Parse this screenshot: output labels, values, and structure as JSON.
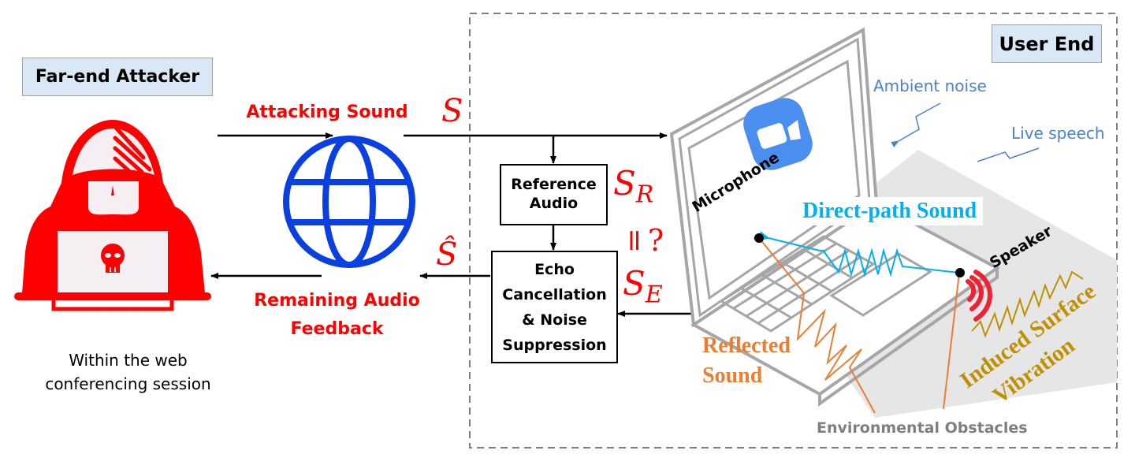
{
  "far_end": {
    "title": "Far-end Attacker",
    "caption_line1": "Within the web",
    "caption_line2": "conferencing session",
    "icon": "hacker-icon"
  },
  "network": {
    "icon": "globe-icon",
    "attacking_label": "Attacking Sound",
    "feedback_label_line1": "Remaining Audio",
    "feedback_label_line2": "Feedback"
  },
  "math": {
    "s": "S",
    "s_hat": "Ŝ",
    "s_r_base": "S",
    "s_r_sub": "R",
    "compare": "=?",
    "s_e_base": "S",
    "s_e_sub": "E"
  },
  "user_end": {
    "title": "User End",
    "reference_box_line1": "Reference",
    "reference_box_line2": "Audio",
    "aec_box_lines": [
      "Echo",
      "Cancellation",
      "& Noise",
      "Suppression"
    ],
    "ambient_noise": "Ambient noise",
    "live_speech": "Live speech",
    "microphone": "Microphone",
    "speaker": "Speaker",
    "direct_path": "Direct-path Sound",
    "reflected_line1": "Reflected",
    "reflected_line2": "Sound",
    "induced_line1": "Induced Surface",
    "induced_line2": "Vibration",
    "obstacles": "Environmental Obstacles"
  },
  "colors": {
    "attacker_red": "#ff0000",
    "globe_blue": "#0a3fe0",
    "direct_path_blue": "#00b0f0",
    "reflected_orange": "#ed7d31",
    "induced_gold": "#bf9000",
    "note_blue": "#4a7fd6",
    "obstacle_gray": "#7f7f7f",
    "laptop_gray": "#a6a6a6",
    "surface_gray": "#e6e6e6",
    "label_bg": "#dae8f5"
  }
}
